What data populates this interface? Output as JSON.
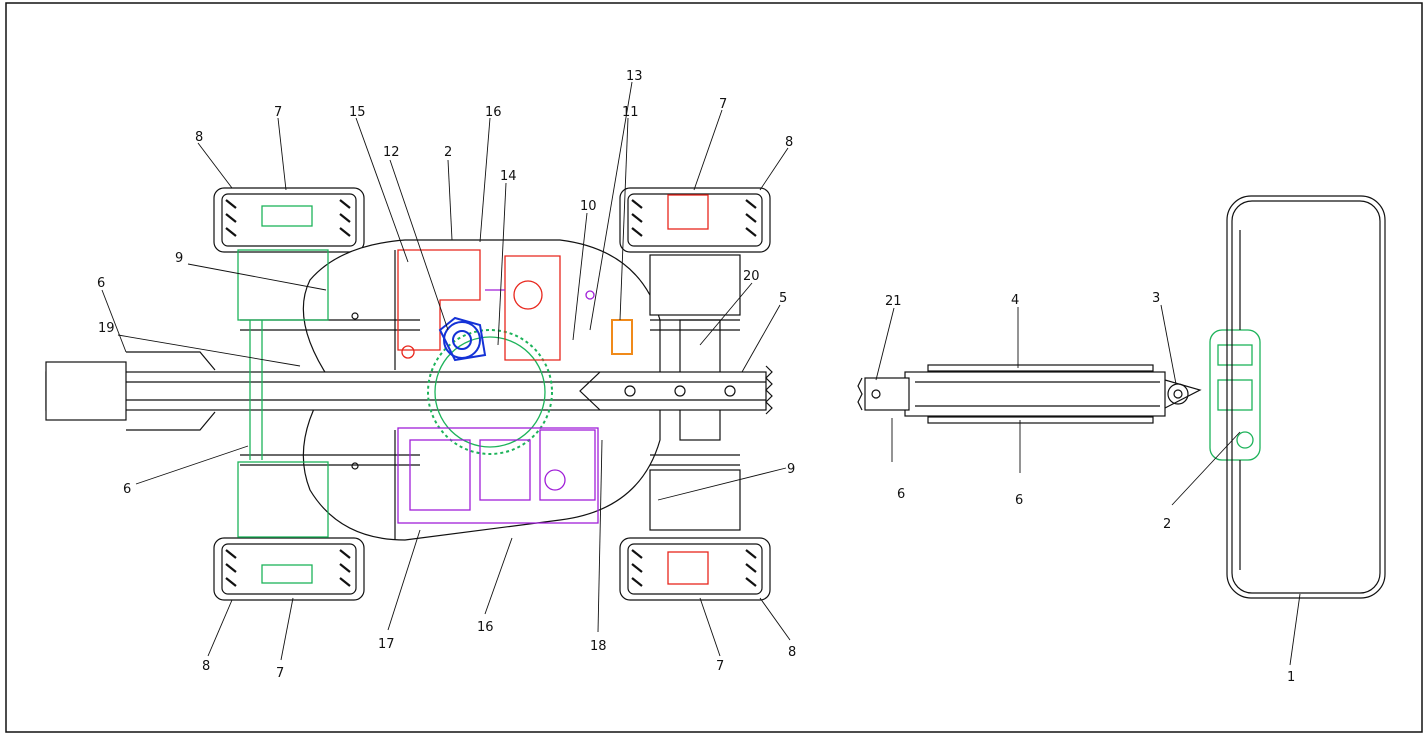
{
  "colors": {
    "line": "#111111",
    "red": "#e8261c",
    "green": "#1db35a",
    "purple": "#a01fd8",
    "blue": "#1432d6",
    "orange": "#f08a1a"
  },
  "callouts": [
    {
      "id": "c13",
      "text": "13"
    },
    {
      "id": "c11",
      "text": "11"
    },
    {
      "id": "c7a",
      "text": "7"
    },
    {
      "id": "c16a",
      "text": "16"
    },
    {
      "id": "c15",
      "text": "15"
    },
    {
      "id": "c12",
      "text": "12"
    },
    {
      "id": "c2a",
      "text": "2"
    },
    {
      "id": "c14",
      "text": "14"
    },
    {
      "id": "c8a",
      "text": "8"
    },
    {
      "id": "c10",
      "text": "10"
    },
    {
      "id": "c7b",
      "text": "7"
    },
    {
      "id": "c8b",
      "text": "8"
    },
    {
      "id": "c6a",
      "text": "6"
    },
    {
      "id": "c9a",
      "text": "9"
    },
    {
      "id": "c19",
      "text": "19"
    },
    {
      "id": "c20",
      "text": "20"
    },
    {
      "id": "c5",
      "text": "5"
    },
    {
      "id": "c21",
      "text": "21"
    },
    {
      "id": "c4",
      "text": "4"
    },
    {
      "id": "c3",
      "text": "3"
    },
    {
      "id": "c6b",
      "text": "6"
    },
    {
      "id": "c9b",
      "text": "9"
    },
    {
      "id": "c6c",
      "text": "6"
    },
    {
      "id": "c6d",
      "text": "6"
    },
    {
      "id": "c2b",
      "text": "2"
    },
    {
      "id": "c17",
      "text": "17"
    },
    {
      "id": "c16b",
      "text": "16"
    },
    {
      "id": "c18",
      "text": "18"
    },
    {
      "id": "c8c",
      "text": "8"
    },
    {
      "id": "c7c",
      "text": "7"
    },
    {
      "id": "c7d",
      "text": "7"
    },
    {
      "id": "c8d",
      "text": "8"
    },
    {
      "id": "c1",
      "text": "1"
    }
  ]
}
